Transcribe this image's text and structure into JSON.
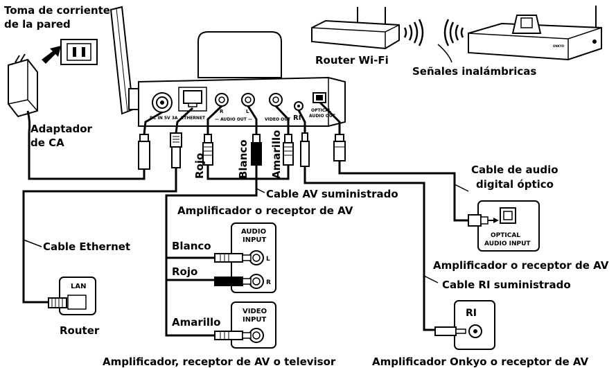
{
  "labels": {
    "wall_outlet": [
      "Toma de corriente",
      "de la pared"
    ],
    "wifi_router": "Router Wi-Fi",
    "wireless_signals": "Señales inalámbricas",
    "ac_adapter": [
      "Adaptador",
      "de CA"
    ],
    "rojo": "Rojo",
    "blanco": "Blanco",
    "amarillo": "Amarillo",
    "optical_cable": [
      "Cable de audio",
      "digital óptico"
    ],
    "av_cable": "Cable AV suministrado",
    "av_amp_top": "Amplificador o receptor de AV",
    "ethernet_cable": "Cable Ethernet",
    "blanco_left": "Blanco",
    "rojo_left": "Rojo",
    "amarillo_left": "Amarillo",
    "router": "Router",
    "av_amp_right": "Amplificador o receptor de AV",
    "ri_cable": "Cable RI suministrado",
    "bottom_left": "Amplificador, receptor de AV o televisor",
    "bottom_right": "Amplificador Onkyo o receptor de AV"
  },
  "device_text": {
    "dc_in": "DC IN 5V 3A",
    "ethernet": "ETHERNET",
    "audio_out": "— AUDIO OUT —",
    "r": "R",
    "l": "L",
    "video_out": "VIDEO OUT",
    "ri": "RI",
    "optical_audio_out": [
      "OPTICAL",
      "AUDIO OUT"
    ],
    "brand": "ONKYO"
  },
  "panel_text": {
    "audio_input": [
      "AUDIO",
      "INPUT"
    ],
    "l": "L",
    "r": "R",
    "video_input": [
      "VIDEO",
      "INPUT"
    ],
    "lan": "LAN",
    "optical_audio_input": [
      "OPTICAL",
      "AUDIO INPUT"
    ],
    "ri": "RI"
  }
}
